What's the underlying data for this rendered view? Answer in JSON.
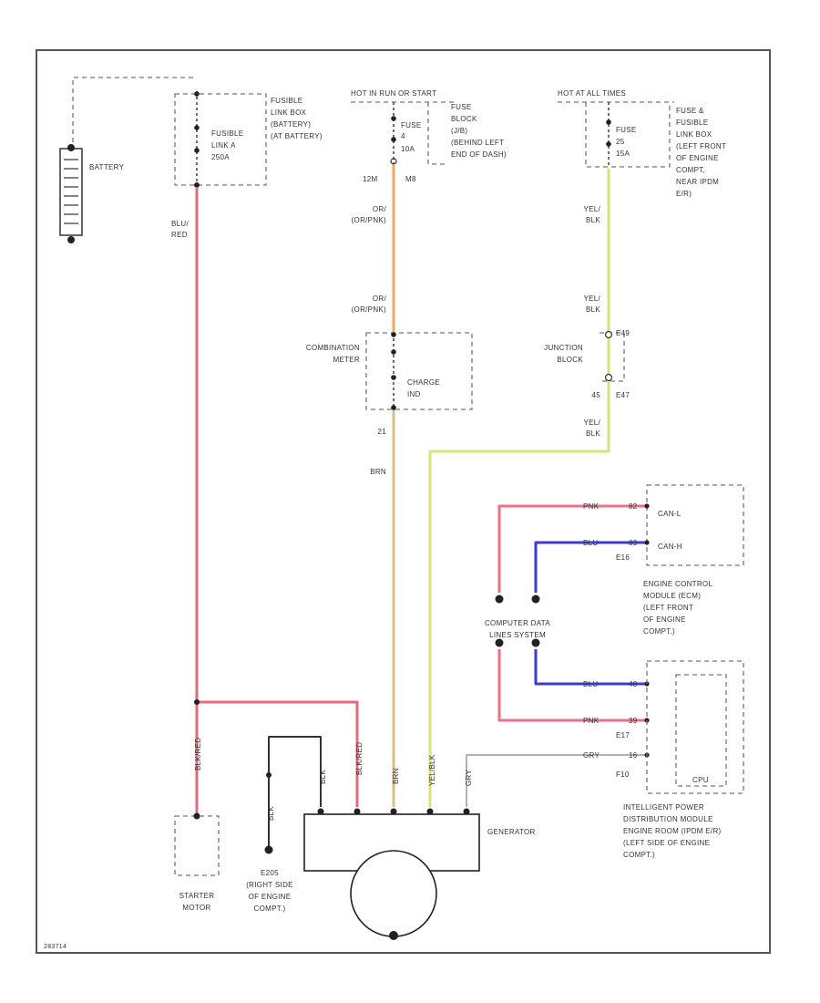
{
  "colors": {
    "red_wire": "#e26b7c",
    "pink_wire": "#ef6f86",
    "blue_wire": "#3b3bd6",
    "orange_wire": "#f0a860",
    "tan_wire": "#d6bf8c",
    "yellow_wire": "#d7e27a",
    "gray_wire": "#999999",
    "outline": "#555555"
  },
  "labels": {
    "battery": "BATTERY",
    "fusible_link": [
      "FUSIBLE",
      "LINK BOX",
      "(BATTERY)",
      "(AT BATTERY)"
    ],
    "fusible_link_a": [
      "FUSIBLE",
      "LINK A",
      "250A"
    ],
    "hot_run_start": "HOT IN RUN OR START",
    "fuse_10a": [
      "FUSE",
      "4",
      "10A"
    ],
    "fuse_block": [
      "FUSE",
      "BLOCK",
      "(J/B)",
      "(BEHIND LEFT",
      "END OF DASH)"
    ],
    "hot_all_times": "HOT AT ALL TIMES",
    "fuse_25": [
      "FUSE",
      "25",
      "15A"
    ],
    "fuse_fusible_box": [
      "FUSE &",
      "FUSIBLE",
      "LINK BOX",
      "(LEFT FRONT",
      "OF ENGINE",
      "COMPT,",
      "NEAR IPDM",
      "E/R)"
    ],
    "pin_12m": "12M",
    "pin_m8": "M8",
    "wire_or_pnk_1": [
      "OR/",
      "(OR/PNK)"
    ],
    "wire_or_pnk_2": [
      "OR/",
      "(OR/PNK)"
    ],
    "blu_red": [
      "BLU/",
      "RED"
    ],
    "yel_blk_1": [
      "YEL/",
      "BLK"
    ],
    "yel_blk_2": [
      "YEL/",
      "BLK"
    ],
    "yel_blk_3": [
      "YEL/",
      "BLK"
    ],
    "combination_meter": [
      "COMBINATION",
      "METER"
    ],
    "charge_ind": [
      "CHARGE",
      "IND"
    ],
    "pin_21": "21",
    "brn": "BRN",
    "junction_block": [
      "JUNCTION",
      "BLOCK"
    ],
    "pin_e49": "E49",
    "pin_e47": "E47",
    "pin_45": "45",
    "ecm_canl": "CAN-L",
    "ecm_canh": "CAN-H",
    "pnk_1": "PNK",
    "blu_1": "BLU",
    "pin_e16": "E16",
    "pin_82": "82",
    "pin_83": "83",
    "ecm": [
      "ENGINE CONTROL",
      "MODULE (ECM)",
      "(LEFT FRONT",
      "OF ENGINE",
      "COMPT.)"
    ],
    "computer_data": [
      "COMPUTER DATA",
      "LINES SYSTEM"
    ],
    "blu_2": "BLU",
    "pnk_2": "PNK",
    "gry": "GRY",
    "pin_e17": "E17",
    "pin_f10": "F10",
    "pin_48": "48",
    "pin_39": "39",
    "pin_16": "16",
    "cpu": "CPU",
    "ipdm": [
      "INTELLIGENT POWER",
      "DISTRIBUTION MODULE",
      "ENGINE ROOM (IPDM E/R)",
      "(LEFT SIDE OF ENGINE",
      "COMPT.)"
    ],
    "wire_blk_red": "BLK/RED",
    "wire_blk_1": "BLK",
    "wire_blk_red2": "BLK/RED",
    "wire_brn": "BRN",
    "wire_yel_blk": "YEL/BLK",
    "wire_gry": "GRY",
    "blk_ground": "BLK",
    "generator": "GENERATOR",
    "starter_motor": [
      "STARTER",
      "MOTOR"
    ],
    "ground_e205": [
      "E205",
      "(RIGHT SIDE",
      "OF ENGINE",
      "COMPT.)"
    ],
    "footer_code": "283714"
  }
}
